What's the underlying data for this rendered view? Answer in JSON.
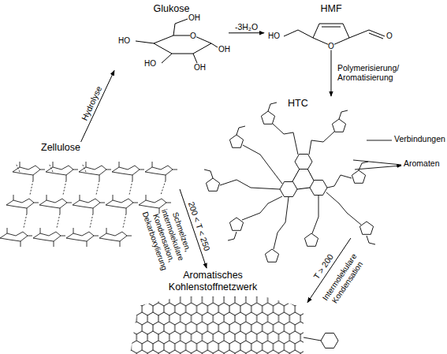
{
  "diagram": {
    "nodes": [
      {
        "text": [
          "Glukose"
        ]
      },
      {
        "text": [
          "HMF"
        ]
      },
      {
        "text": [
          "Zellulose"
        ]
      },
      {
        "text": [
          "HTC"
        ]
      },
      {
        "text": [
          "Aromatisches Kohlenstoffnetzwerk"
        ]
      }
    ],
    "edges": [
      {
        "from": 2,
        "to": 0,
        "arrow": "to",
        "label": "Hydrolyse"
      },
      {
        "from": 0,
        "to": 1,
        "arrow": "to",
        "label": "-3H₂O"
      },
      {
        "from": 1,
        "to": 3,
        "arrow": "to",
        "label": "Polymerisierung/ Aromatisierung"
      },
      {
        "from": 2,
        "to": 4,
        "arrow": "to",
        "label": "200 < T < 250"
      },
      {
        "from": 3,
        "to": 4,
        "arrow": "to",
        "label": "T > 200"
      }
    ],
    "labels": [
      "OH",
      "O",
      "HO",
      "OH",
      "HO",
      "OH",
      "HO",
      "O",
      "O",
      "Verbindungen",
      "Aromaten",
      "Schmelzen, intermolekulare Kondensation, Dekarboxylierung",
      "Intermolekulare Kondensation"
    ]
  }
}
